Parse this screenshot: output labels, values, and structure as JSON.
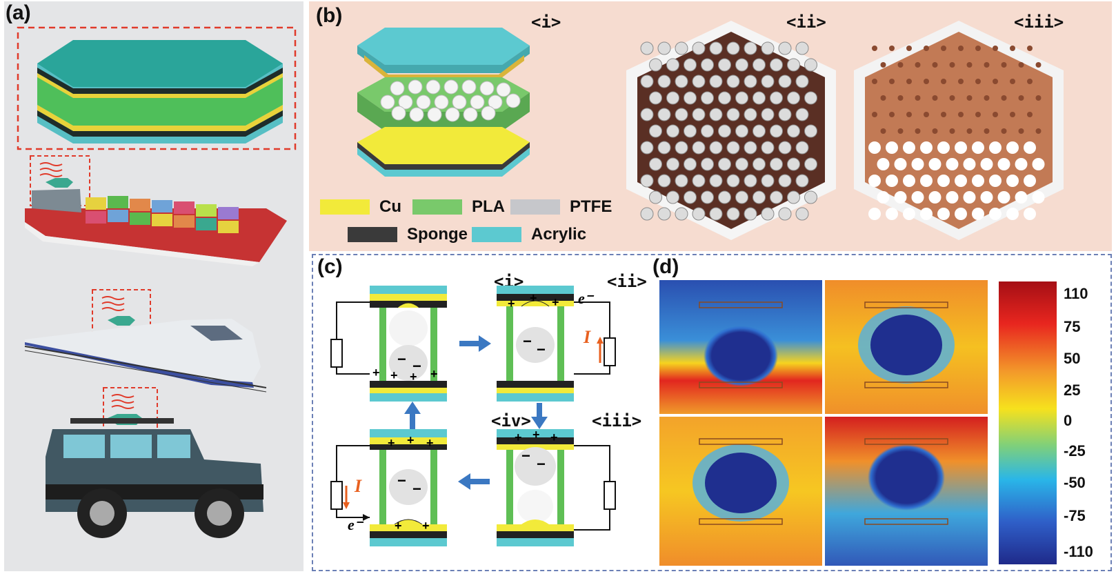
{
  "panel_a": {
    "label": "(a)"
  },
  "panel_b": {
    "label": "(b)",
    "sub_labels": [
      "<i>",
      "<ii>",
      "<iii>"
    ],
    "legend": [
      {
        "name": "Cu",
        "color": "#f2ea3a"
      },
      {
        "name": "PLA",
        "color": "#79c96b"
      },
      {
        "name": "PTFE",
        "color": "#c6c7cb"
      },
      {
        "name": "Sponge",
        "color": "#3a3a3a"
      },
      {
        "name": "Acrylic",
        "color": "#5cc9d0"
      }
    ]
  },
  "panel_c": {
    "label": "(c)",
    "stages": [
      "<i>",
      "<ii>",
      "<iii>",
      "<iv>"
    ],
    "current_symbol": "I",
    "electron_symbol": "e⁻",
    "plus": "+",
    "minus": "−"
  },
  "panel_d": {
    "label": "(d)",
    "colorbar_ticks": [
      "110",
      "75",
      "50",
      "25",
      "0",
      "-25",
      "-50",
      "-75",
      "-110"
    ]
  },
  "colors": {
    "acrylic": "#5cc9d0",
    "cu": "#f2ea3a",
    "pla": "#5fbf55",
    "sponge": "#222222",
    "ptfe": "#e0e0e0",
    "red_dash": "#e03a2a",
    "blue_dash": "#6b7fb5",
    "arrow_blue": "#3b78c2"
  }
}
